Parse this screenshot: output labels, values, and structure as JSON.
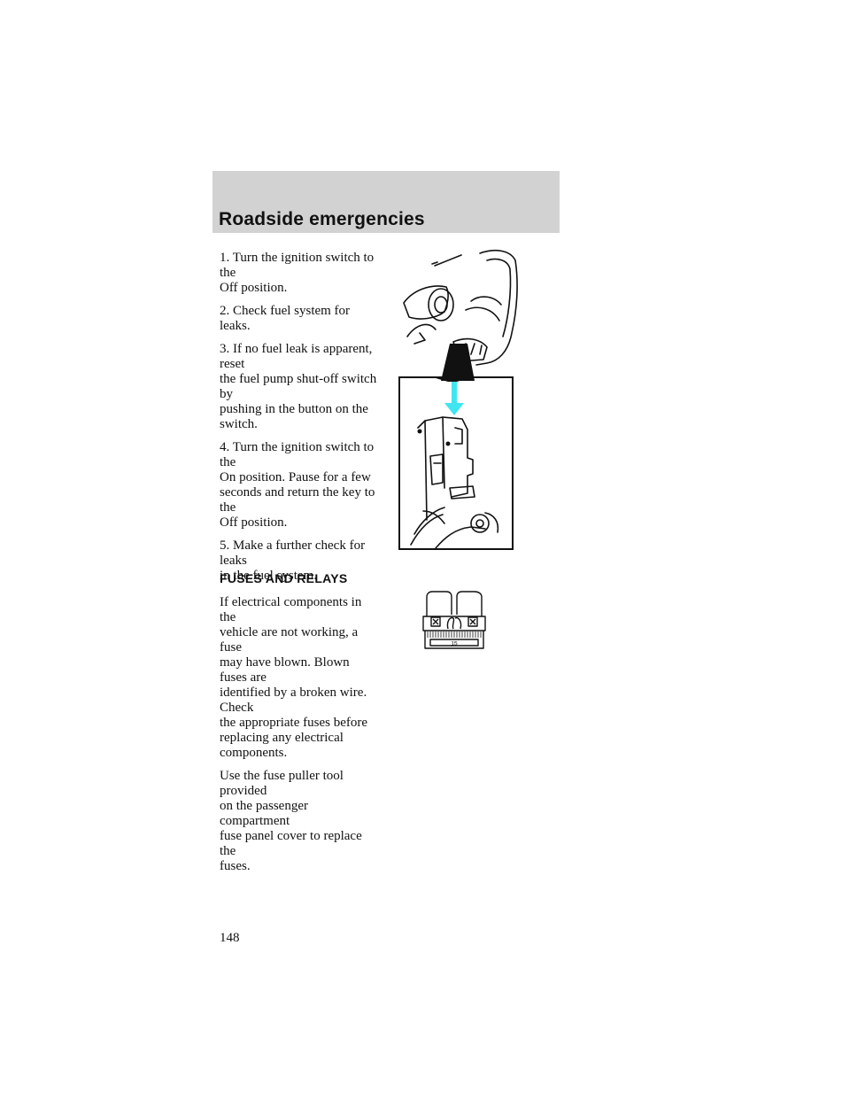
{
  "header": {
    "title": "Roadside emergencies"
  },
  "steps": [
    "1. Turn the ignition switch to the\nOff position.",
    "2. Check fuel system for leaks.",
    "3. If no fuel leak is apparent, reset\nthe fuel pump shut-off switch by\npushing in the button on the\nswitch.",
    "4. Turn the ignition switch to the\nOn position. Pause for a few\nseconds and return the key to the\nOff position.",
    "5. Make a further check for leaks\nin the fuel system."
  ],
  "fuses_section": {
    "heading": "FUSES AND RELAYS",
    "paragraphs": [
      "If electrical components in the\nvehicle are not working, a fuse\nmay have blown. Blown fuses are\nidentified by a broken wire. Check\nthe appropriate fuses before\nreplacing any electrical\ncomponents.",
      "Use the fuse puller tool provided\non the passenger compartment\nfuse panel cover to replace the\nfuses."
    ]
  },
  "fuse_figure": {
    "rating": "15"
  },
  "page_number": "148",
  "colors": {
    "header_band": "#d2d2d2",
    "arrow": "#3fe6f2"
  }
}
